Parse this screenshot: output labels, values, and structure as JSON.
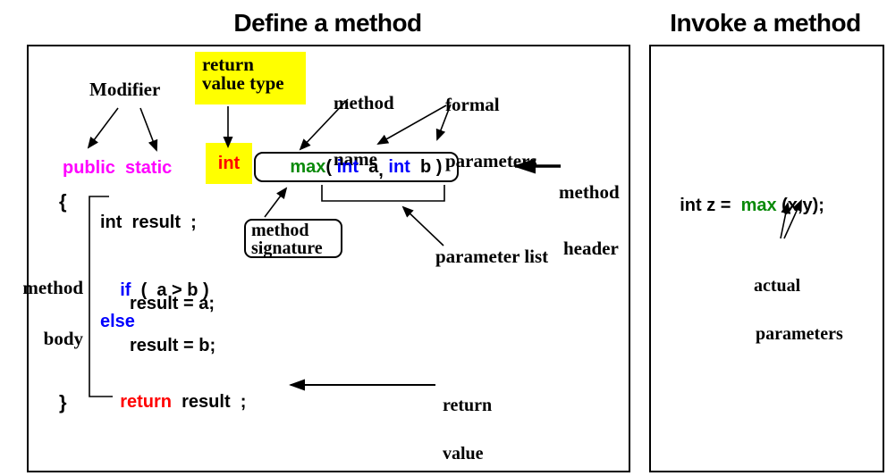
{
  "colors": {
    "magenta": "#ff00ff",
    "red": "#ff0000",
    "green": "#0a8a0a",
    "blue": "#0000ff",
    "yellow": "#ffff00",
    "black": "#000000"
  },
  "left_panel": {
    "title": "Define a method",
    "labels": {
      "modifier": "Modifier",
      "return_value_type": [
        "return",
        "value type"
      ],
      "method_name": [
        "method",
        "name"
      ],
      "formal_parameters": [
        "formal",
        "parameters"
      ],
      "method_header": [
        "method",
        "header"
      ],
      "method_signature": [
        "method",
        "signature"
      ],
      "parameter_list": "parameter list",
      "return_value": [
        "return",
        "value"
      ],
      "method_body": [
        "method",
        "body"
      ]
    },
    "code": {
      "modifiers": "public  static",
      "return_type": "int",
      "header": {
        "name": "max",
        "open": "( ",
        "type1": "int",
        "param1": "  a",
        "comma": ",",
        "space": " ",
        "type2": "int",
        "param2": "  b )"
      },
      "open_brace": "{",
      "decl": "int  result  ;",
      "if_kw": "if",
      "if_rest": "  (  a > b )",
      "then_stmt": "result = a;",
      "else_kw": "else",
      "else_stmt": "result = b;",
      "return_kw": "return",
      "return_rest": "  result  ;",
      "close_brace": "}"
    }
  },
  "right_panel": {
    "title": "Invoke a method",
    "code": {
      "lhs": "int z =  ",
      "method": "max",
      "args": " (x,y);"
    },
    "labels": {
      "actual_parameters": [
        "actual",
        "parameters"
      ]
    }
  }
}
